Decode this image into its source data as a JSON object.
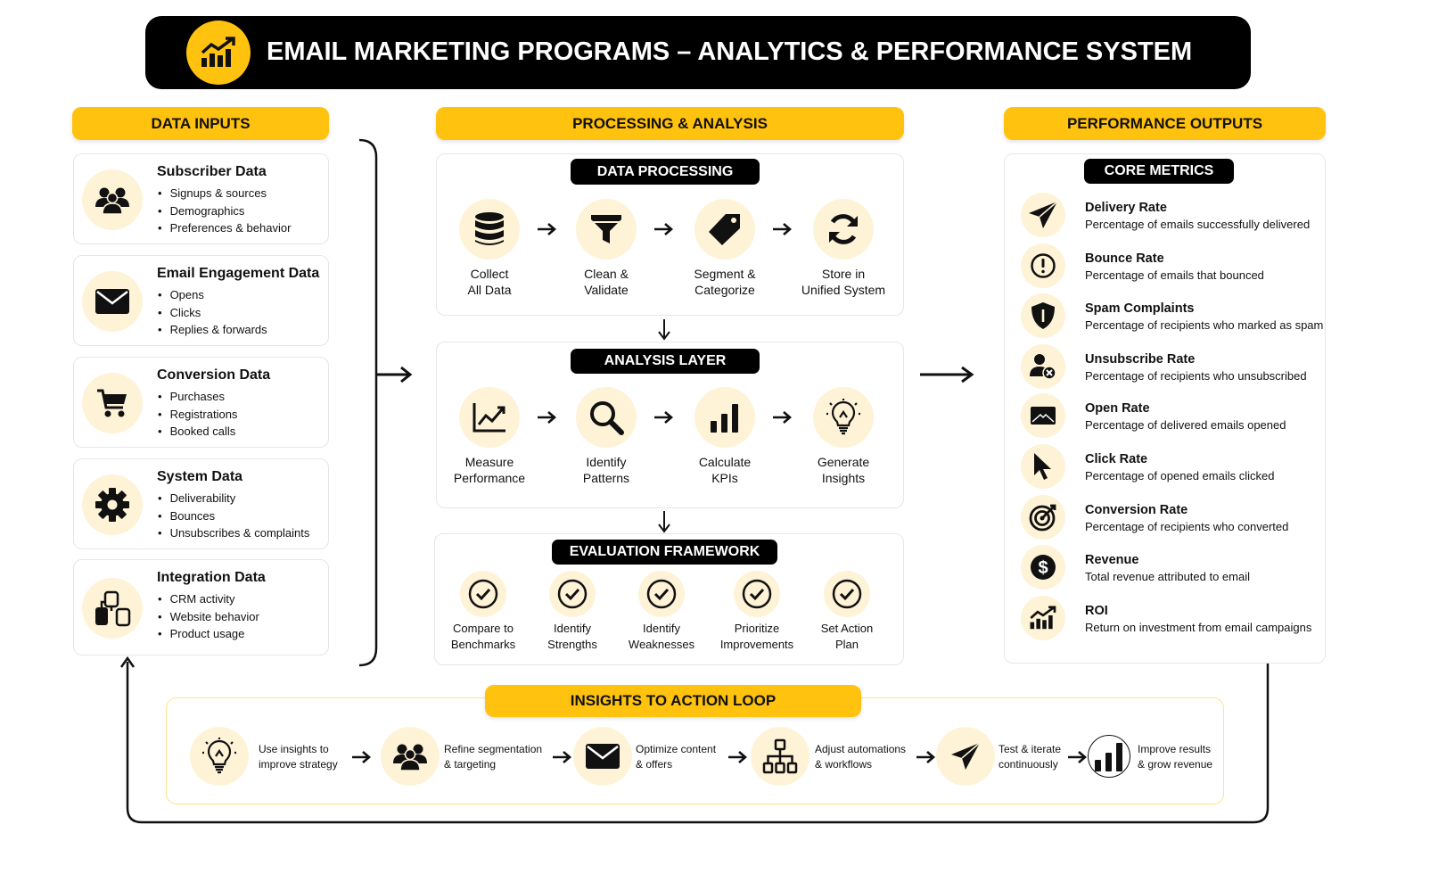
{
  "header": {
    "title": "EMAIL MARKETING PROGRAMS – ANALYTICS & PERFORMANCE SYSTEM",
    "icon": "chart-growth-icon"
  },
  "colors": {
    "accent": "#FFC20E",
    "icon_bg": "#FEF3D7",
    "dark": "#000000"
  },
  "inputs": {
    "heading": "DATA INPUTS",
    "cards": [
      {
        "title": "Subscriber Data",
        "icon": "users-icon",
        "items": [
          "Signups & sources",
          "Demographics",
          "Preferences & behavior"
        ]
      },
      {
        "title": "Email Engagement Data",
        "icon": "envelope-icon",
        "items": [
          "Opens",
          "Clicks",
          "Replies & forwards"
        ]
      },
      {
        "title": "Conversion Data",
        "icon": "cart-icon",
        "items": [
          "Purchases",
          "Registrations",
          "Booked calls"
        ]
      },
      {
        "title": "System Data",
        "icon": "gear-icon",
        "items": [
          "Deliverability",
          "Bounces",
          "Unsubscribes & complaints"
        ]
      },
      {
        "title": "Integration Data",
        "icon": "integration-icon",
        "items": [
          "CRM activity",
          "Website behavior",
          "Product usage"
        ]
      }
    ]
  },
  "processing": {
    "heading": "PROCESSING & ANALYSIS",
    "data_processing": {
      "label": "DATA PROCESSING",
      "steps": [
        {
          "l1": "Collect",
          "l2": "All Data",
          "icon": "database-icon"
        },
        {
          "l1": "Clean &",
          "l2": "Validate",
          "icon": "funnel-icon"
        },
        {
          "l1": "Segment &",
          "l2": "Categorize",
          "icon": "tag-icon"
        },
        {
          "l1": "Store in",
          "l2": "Unified System",
          "icon": "sync-icon"
        }
      ]
    },
    "analysis_layer": {
      "label": "ANALYSIS LAYER",
      "steps": [
        {
          "l1": "Measure",
          "l2": "Performance",
          "icon": "line-chart-icon"
        },
        {
          "l1": "Identify",
          "l2": "Patterns",
          "icon": "search-icon"
        },
        {
          "l1": "Calculate",
          "l2": "KPIs",
          "icon": "bar-chart-icon"
        },
        {
          "l1": "Generate",
          "l2": "Insights",
          "icon": "lightbulb-icon"
        }
      ]
    },
    "evaluation": {
      "label": "EVALUATION FRAMEWORK",
      "steps": [
        {
          "l1": "Compare to",
          "l2": "Benchmarks"
        },
        {
          "l1": "Identify",
          "l2": "Strengths"
        },
        {
          "l1": "Identify",
          "l2": "Weaknesses"
        },
        {
          "l1": "Prioritize",
          "l2": "Improvements"
        },
        {
          "l1": "Set Action",
          "l2": "Plan"
        }
      ]
    }
  },
  "outputs": {
    "heading": "PERFORMANCE OUTPUTS",
    "label": "CORE METRICS",
    "metrics": [
      {
        "title": "Delivery Rate",
        "desc": "Percentage of emails successfully delivered",
        "icon": "paper-plane-icon"
      },
      {
        "title": "Bounce Rate",
        "desc": "Percentage of emails that bounced",
        "icon": "alert-circle-icon"
      },
      {
        "title": "Spam Complaints",
        "desc": "Percentage of recipients who marked as spam",
        "icon": "shield-icon"
      },
      {
        "title": "Unsubscribe Rate",
        "desc": "Percentage of recipients who unsubscribed",
        "icon": "user-remove-icon"
      },
      {
        "title": "Open Rate",
        "desc": "Percentage of delivered emails opened",
        "icon": "open-mail-icon"
      },
      {
        "title": "Click Rate",
        "desc": "Percentage of opened emails clicked",
        "icon": "cursor-icon"
      },
      {
        "title": "Conversion Rate",
        "desc": "Percentage of recipients who converted",
        "icon": "target-icon"
      },
      {
        "title": "Revenue",
        "desc": "Total revenue attributed to email",
        "icon": "dollar-icon"
      },
      {
        "title": "ROI",
        "desc": "Return on investment from email campaigns",
        "icon": "chart-growth-icon"
      }
    ]
  },
  "loop": {
    "heading": "INSIGHTS TO ACTION LOOP",
    "steps": [
      {
        "l1": "Use insights to",
        "l2": "improve strategy",
        "icon": "lightbulb-icon"
      },
      {
        "l1": "Refine segmentation",
        "l2": "& targeting",
        "icon": "users-icon"
      },
      {
        "l1": "Optimize content",
        "l2": "& offers",
        "icon": "envelope-icon"
      },
      {
        "l1": "Adjust automations",
        "l2": "& workflows",
        "icon": "workflow-icon"
      },
      {
        "l1": "Test & iterate",
        "l2": "continuously",
        "icon": "paper-plane-icon"
      },
      {
        "l1": "Improve results",
        "l2": "& grow revenue",
        "icon": "bar-chart-icon"
      }
    ]
  }
}
